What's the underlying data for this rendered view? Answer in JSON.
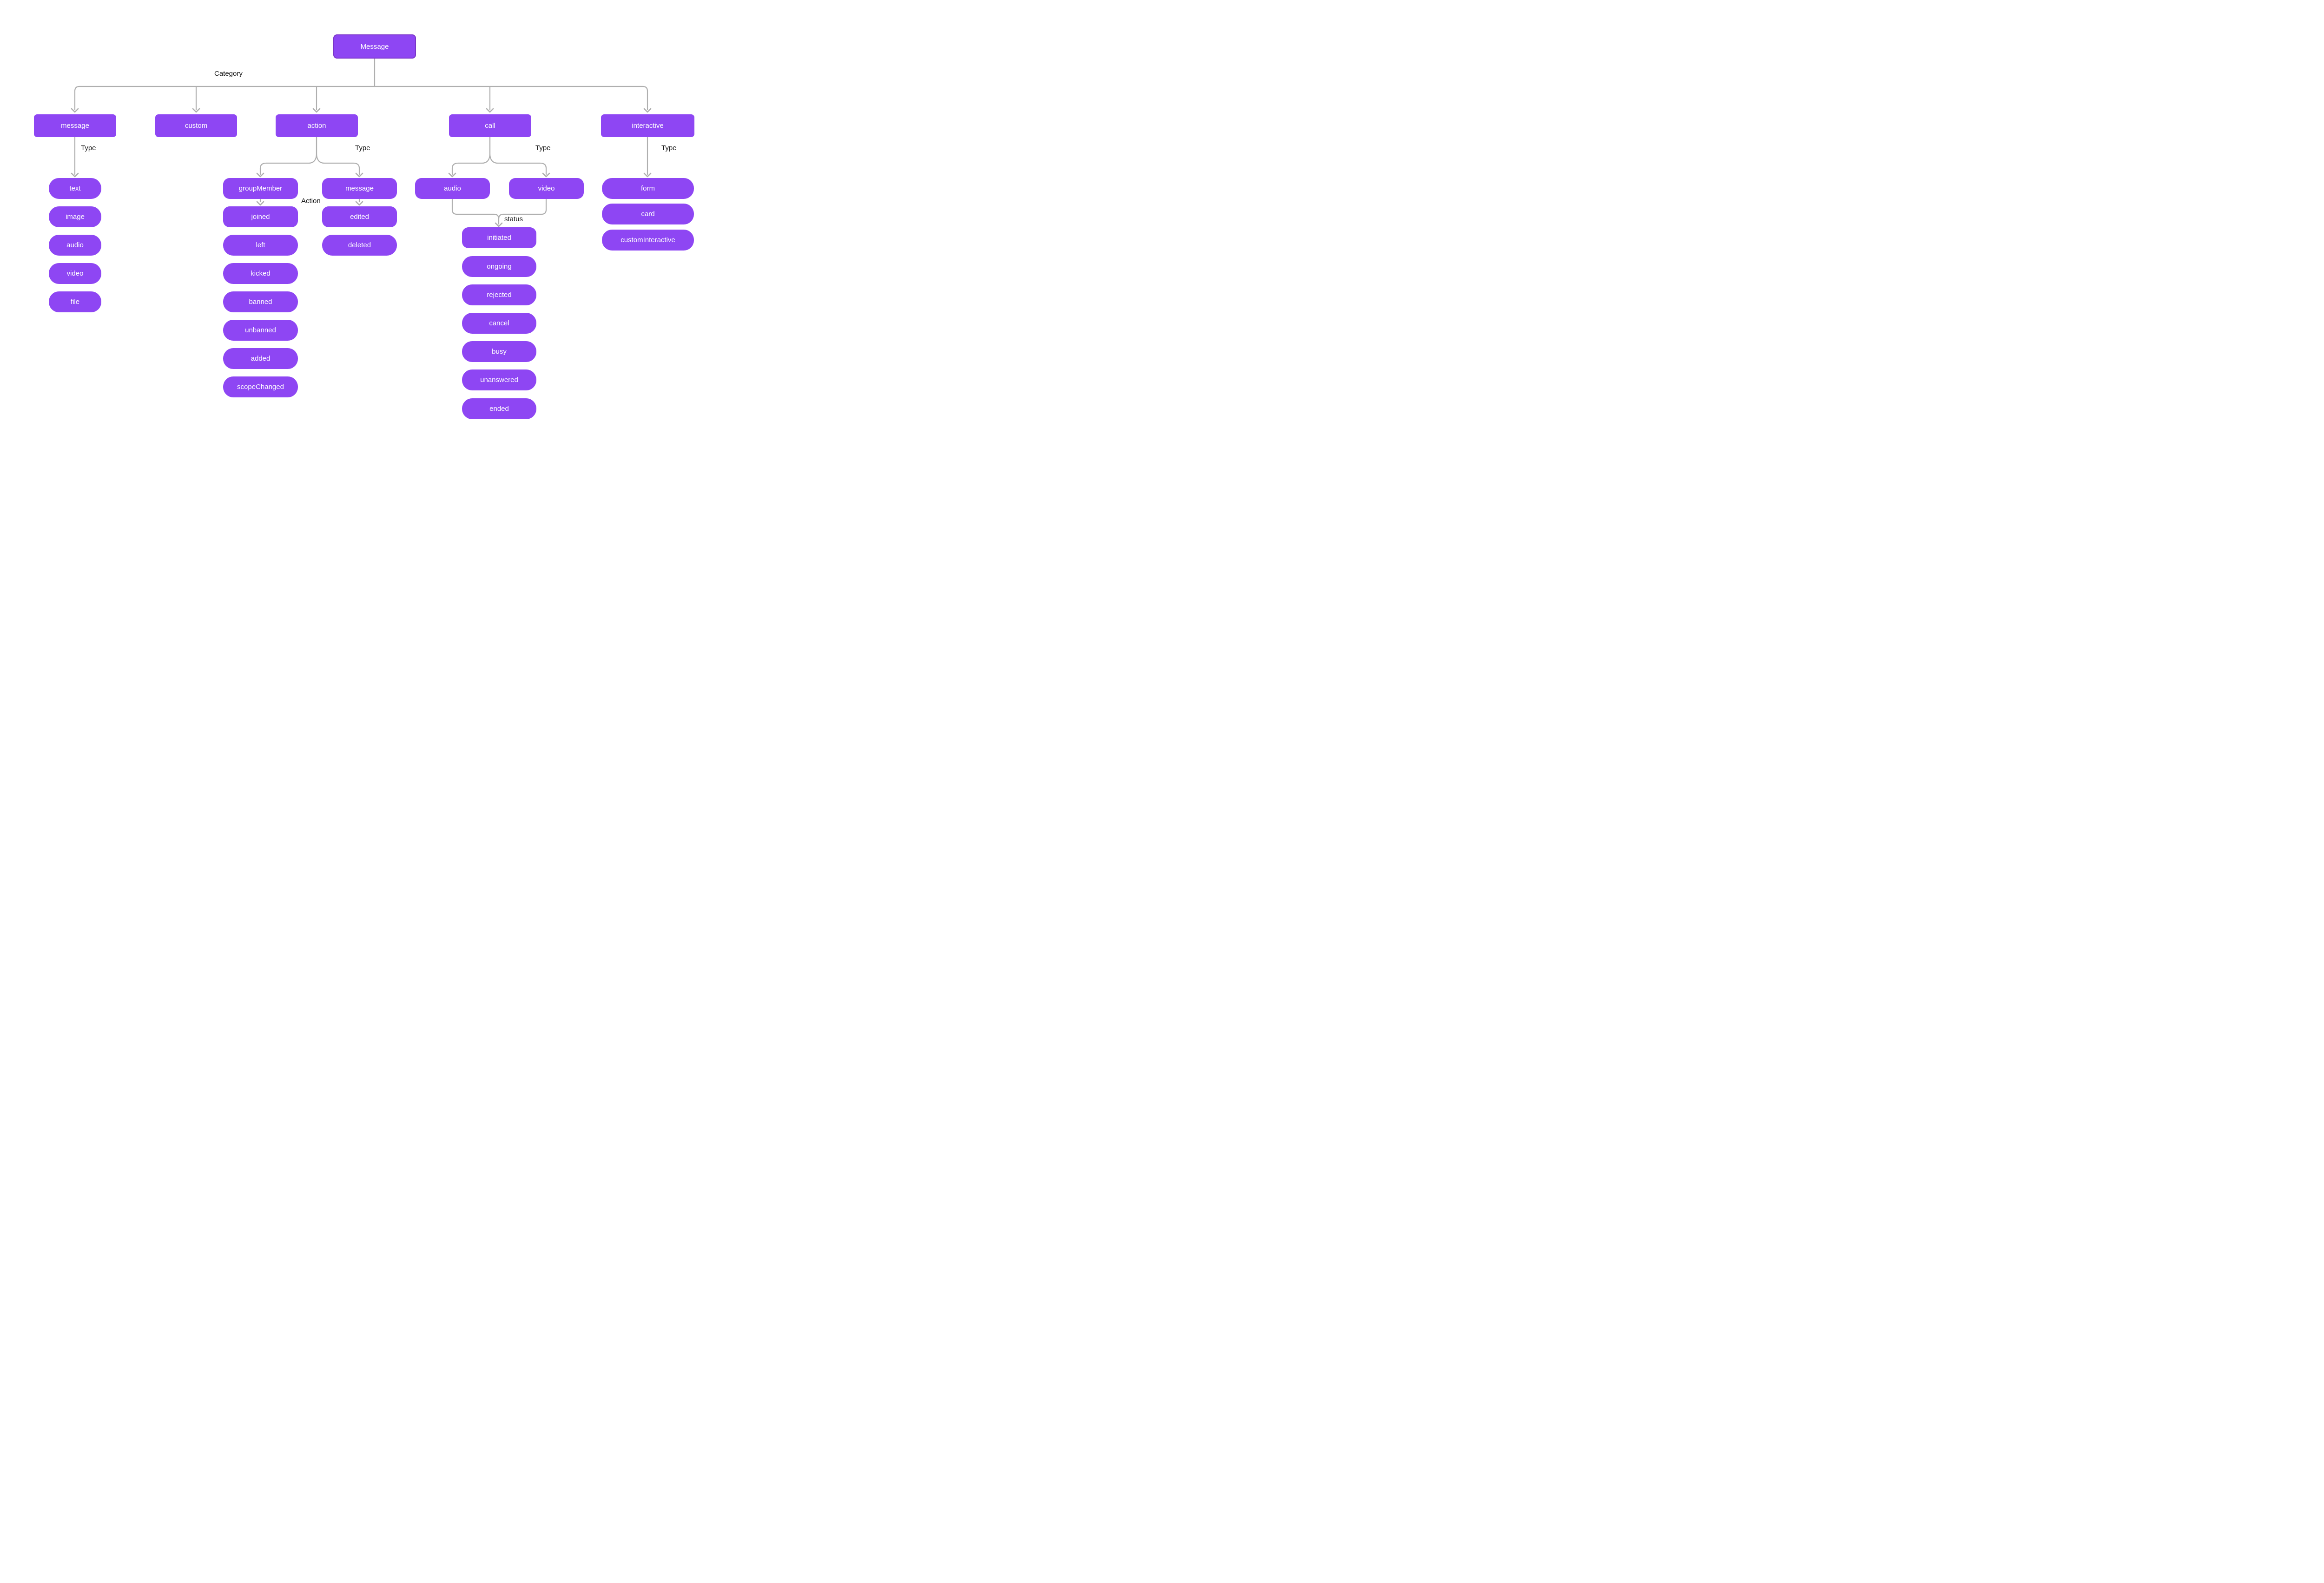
{
  "colors": {
    "node_fill": "#8E46F3",
    "root_border": "#7A35C8",
    "connector": "#AFAFAF",
    "node_text": "#FFFFFF",
    "edge_label_text": "#161616",
    "background": "#FFFFFF"
  },
  "root": {
    "label": "Message"
  },
  "labels": {
    "category": "Category",
    "type": "Type",
    "action": "Action",
    "status": "status"
  },
  "categories": [
    {
      "label": "message",
      "types": [
        "text",
        "image",
        "audio",
        "video",
        "file"
      ]
    },
    {
      "label": "custom"
    },
    {
      "label": "action",
      "branches": [
        {
          "label": "groupMember",
          "actions": [
            "joined",
            "left",
            "kicked",
            "banned",
            "unbanned",
            "added",
            "scopeChanged"
          ]
        },
        {
          "label": "message",
          "actions": [
            "edited",
            "deleted"
          ]
        }
      ]
    },
    {
      "label": "call",
      "types": [
        "audio",
        "video"
      ],
      "statuses": [
        "initiated",
        "ongoing",
        "rejected",
        "cancel",
        "busy",
        "unanswered",
        "ended"
      ]
    },
    {
      "label": "interactive",
      "types": [
        "form",
        "card",
        "customInteractive"
      ]
    }
  ]
}
